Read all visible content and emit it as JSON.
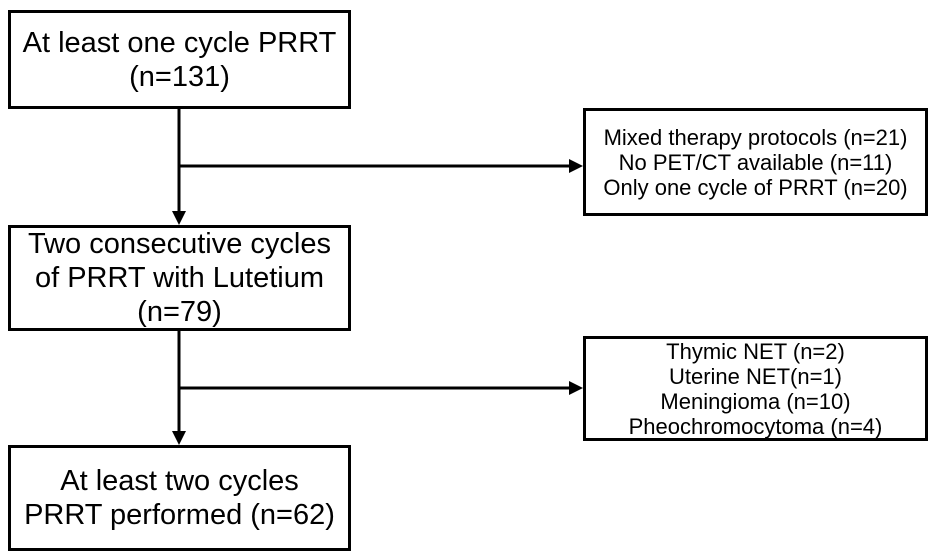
{
  "flowchart": {
    "colors": {
      "border": "#000000",
      "text": "#000000",
      "background": "#ffffff"
    },
    "main_boxes": [
      {
        "name": "at-least-one-cycle-prrt",
        "lines": [
          "At least one cycle PRRT",
          "(n=131)"
        ]
      },
      {
        "name": "two-consecutive-cycles",
        "lines": [
          "Two consecutive cycles",
          "of PRRT with Lutetium",
          "(n=79)"
        ]
      },
      {
        "name": "at-least-two-cycles-performed",
        "lines": [
          "At least two cycles",
          "PRRT performed (n=62)"
        ]
      }
    ],
    "exclusion_boxes": [
      {
        "name": "exclusions-after-first-box",
        "lines": [
          "Mixed therapy protocols (n=21)",
          "No PET/CT available (n=11)",
          "Only one cycle of PRRT (n=20)"
        ]
      },
      {
        "name": "exclusions-after-second-box",
        "lines": [
          "Thymic NET (n=2)",
          "Uterine NET(n=1)",
          "Meningioma (n=10)",
          "Pheochromocytoma (n=4)"
        ]
      }
    ]
  }
}
